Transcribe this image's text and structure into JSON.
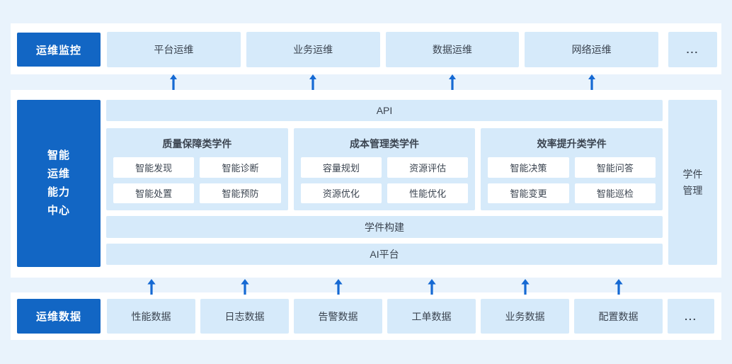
{
  "colors": {
    "accent_blue": "#1266c4",
    "light_blue": "#d6eafa",
    "page_bg": "#e9f3fc",
    "arrow_blue": "#1569d3",
    "text_dark": "#3b4450"
  },
  "monitoring": {
    "label": "运维监控",
    "items": [
      "平台运维",
      "业务运维",
      "数据运维",
      "网络运维"
    ],
    "more": "..."
  },
  "center": {
    "label": "智能\n运维\n能力\n中心",
    "api_bar": "API",
    "groups": [
      {
        "title": "质量保障类学件",
        "items": [
          "智能发现",
          "智能诊断",
          "智能处置",
          "智能预防"
        ]
      },
      {
        "title": "成本管理类学件",
        "items": [
          "容量规划",
          "资源评估",
          "资源优化",
          "性能优化"
        ]
      },
      {
        "title": "效率提升类学件",
        "items": [
          "智能决策",
          "智能问答",
          "智能变更",
          "智能巡检"
        ]
      }
    ],
    "build_bar": "学件构建",
    "ai_bar": "AI平台",
    "management": "学件\n管理"
  },
  "data_layer": {
    "label": "运维数据",
    "items": [
      "性能数据",
      "日志数据",
      "告警数据",
      "工单数据",
      "业务数据",
      "配置数据"
    ],
    "more": "..."
  }
}
